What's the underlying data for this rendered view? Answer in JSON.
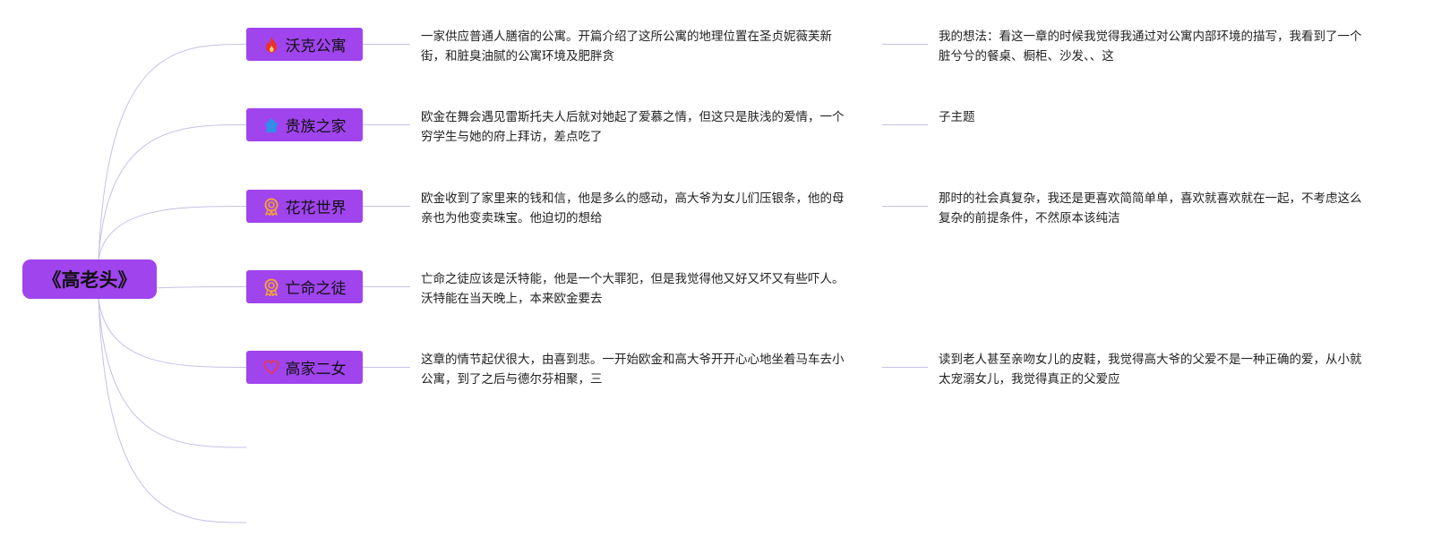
{
  "root": {
    "title": "《高老头》"
  },
  "topics": [
    {
      "label": "沃克公寓",
      "icon": "fire-icon",
      "summary_lines": [
        "一家供应普通人膳宿的公寓。开篇介绍了这所公寓的地理位置在圣贞妮薇芙新",
        "街，和脏臭油腻的公寓环境及肥胖贪"
      ],
      "thought_lines": [
        "我的想法：看这一章的时候我觉得我通过对公寓内部环境的描写，我看到了一个",
        "脏兮兮的餐桌、橱柜、沙发、、这"
      ]
    },
    {
      "label": "贵族之家",
      "icon": "house-icon",
      "summary_lines": [
        "欧金在舞会遇见雷斯托夫人后就对她起了爱慕之情，但这只是肤浅的爱情，一个",
        "穷学生与她的府上拜访，差点吃了"
      ],
      "thought_lines": [
        "子主题"
      ]
    },
    {
      "label": "花花世界",
      "icon": "medal-icon",
      "summary_lines": [
        "欧金收到了家里来的钱和信，他是多么的感动，高大爷为女儿们压银条，他的母",
        "亲也为他变卖珠宝。他迫切的想给"
      ],
      "thought_lines": [
        "那时的社会真复杂，我还是更喜欢简简单单，喜欢就喜欢就在一起，不考虑这么",
        "复杂的前提条件，不然原本该纯洁"
      ]
    },
    {
      "label": "亡命之徒",
      "icon": "medal-icon",
      "summary_lines": [
        "亡命之徒应该是沃特能，他是一个大罪犯，但是我觉得他又好又坏又有些吓人。",
        "沃特能在当天晚上，本来欧金要去"
      ],
      "thought_lines": []
    },
    {
      "label": "高家二女",
      "icon": "heart-icon",
      "summary_lines": [
        "这章的情节起伏很大，由喜到悲。一开始欧金和高大爷开开心心地坐着马车去小",
        "公寓，到了之后与德尔芬相聚，三"
      ],
      "thought_lines": [
        "读到老人甚至亲吻女儿的皮鞋，我觉得高大爷的父爱不是一种正确的爱，从小就",
        "太宠溺女儿，我觉得真正的父爱应"
      ]
    }
  ],
  "colors": {
    "accent": "#a044ee",
    "line": "#c9bfe6",
    "fire": "#e8322a",
    "house": "#2f8ee8",
    "medal": "#f0a23a",
    "heart": "#e23a5a"
  }
}
